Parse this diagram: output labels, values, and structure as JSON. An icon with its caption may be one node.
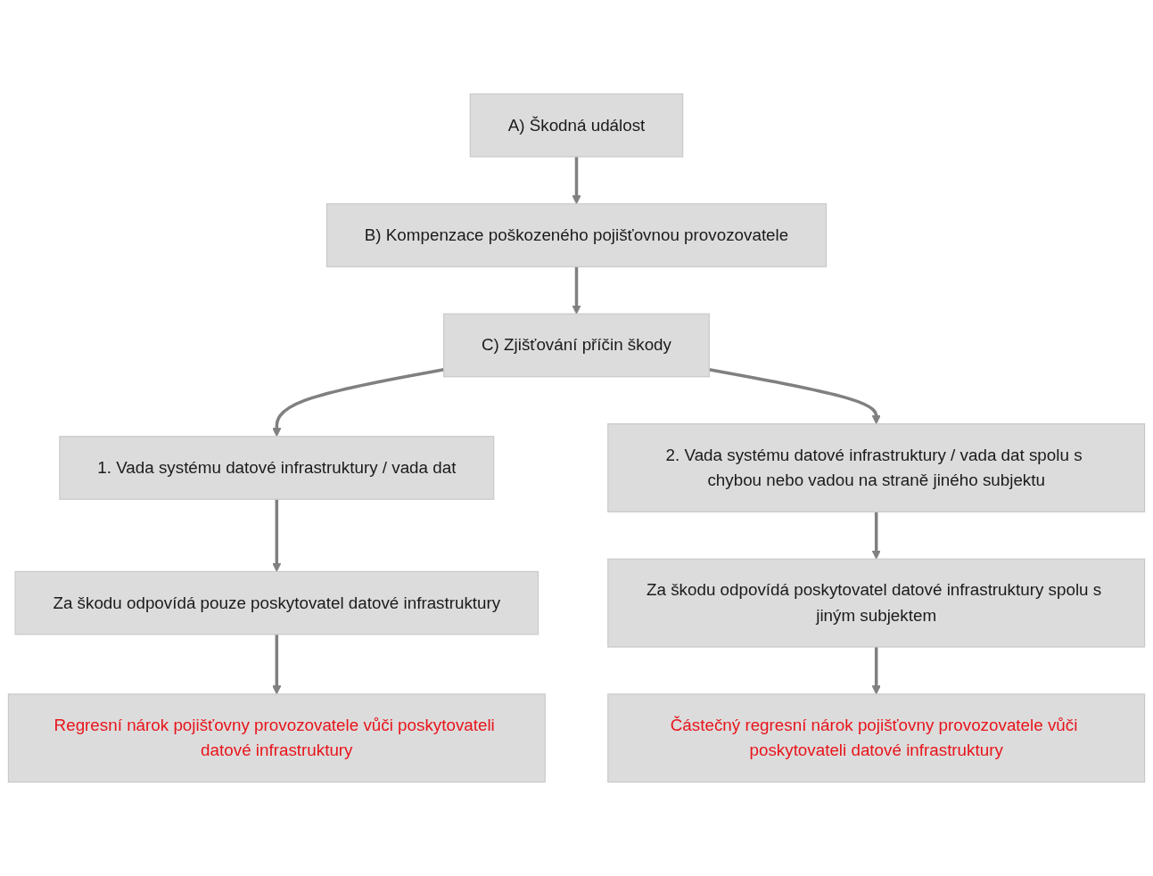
{
  "diagram": {
    "nodes": [
      {
        "text": [
          "A) Škodná událost"
        ]
      },
      {
        "text": [
          "B) Kompenzace poškozeného pojišťovnou provozovatele"
        ]
      },
      {
        "text": [
          "C) Zjišťování příčin škody"
        ]
      },
      {
        "text": [
          "1. Vada systému datové infrastruktury / vada dat"
        ]
      },
      {
        "text": [
          "2. Vada systému datové infrastruktury / vada dat spolu s chybou nebo vadou na straně jiného subjektu"
        ]
      },
      {
        "text": [
          "Za škodu odpovídá pouze poskytovatel datové infrastruktury"
        ]
      },
      {
        "text": [
          "Za škodu odpovídá poskytovatel datové infrastruktury spolu s jiným subjektem"
        ]
      },
      {
        "text": [
          "Regresní nárok pojišťovny provozovatele vůči poskytovateli datové infrastruktury"
        ]
      },
      {
        "text": [
          "Částečný regresní nárok pojišťovny provozovatele vůči poskytovateli datové infrastruktury"
        ]
      }
    ],
    "edges": [
      {
        "from": 0,
        "to": 1,
        "arrow": "to"
      },
      {
        "from": 1,
        "to": 2,
        "arrow": "to"
      },
      {
        "from": 2,
        "to": 3,
        "arrow": "to"
      },
      {
        "from": 2,
        "to": 4,
        "arrow": "to"
      },
      {
        "from": 3,
        "to": 5,
        "arrow": "to"
      },
      {
        "from": 4,
        "to": 6,
        "arrow": "to"
      },
      {
        "from": 5,
        "to": 7,
        "arrow": "to"
      },
      {
        "from": 6,
        "to": 8,
        "arrow": "to"
      }
    ]
  }
}
